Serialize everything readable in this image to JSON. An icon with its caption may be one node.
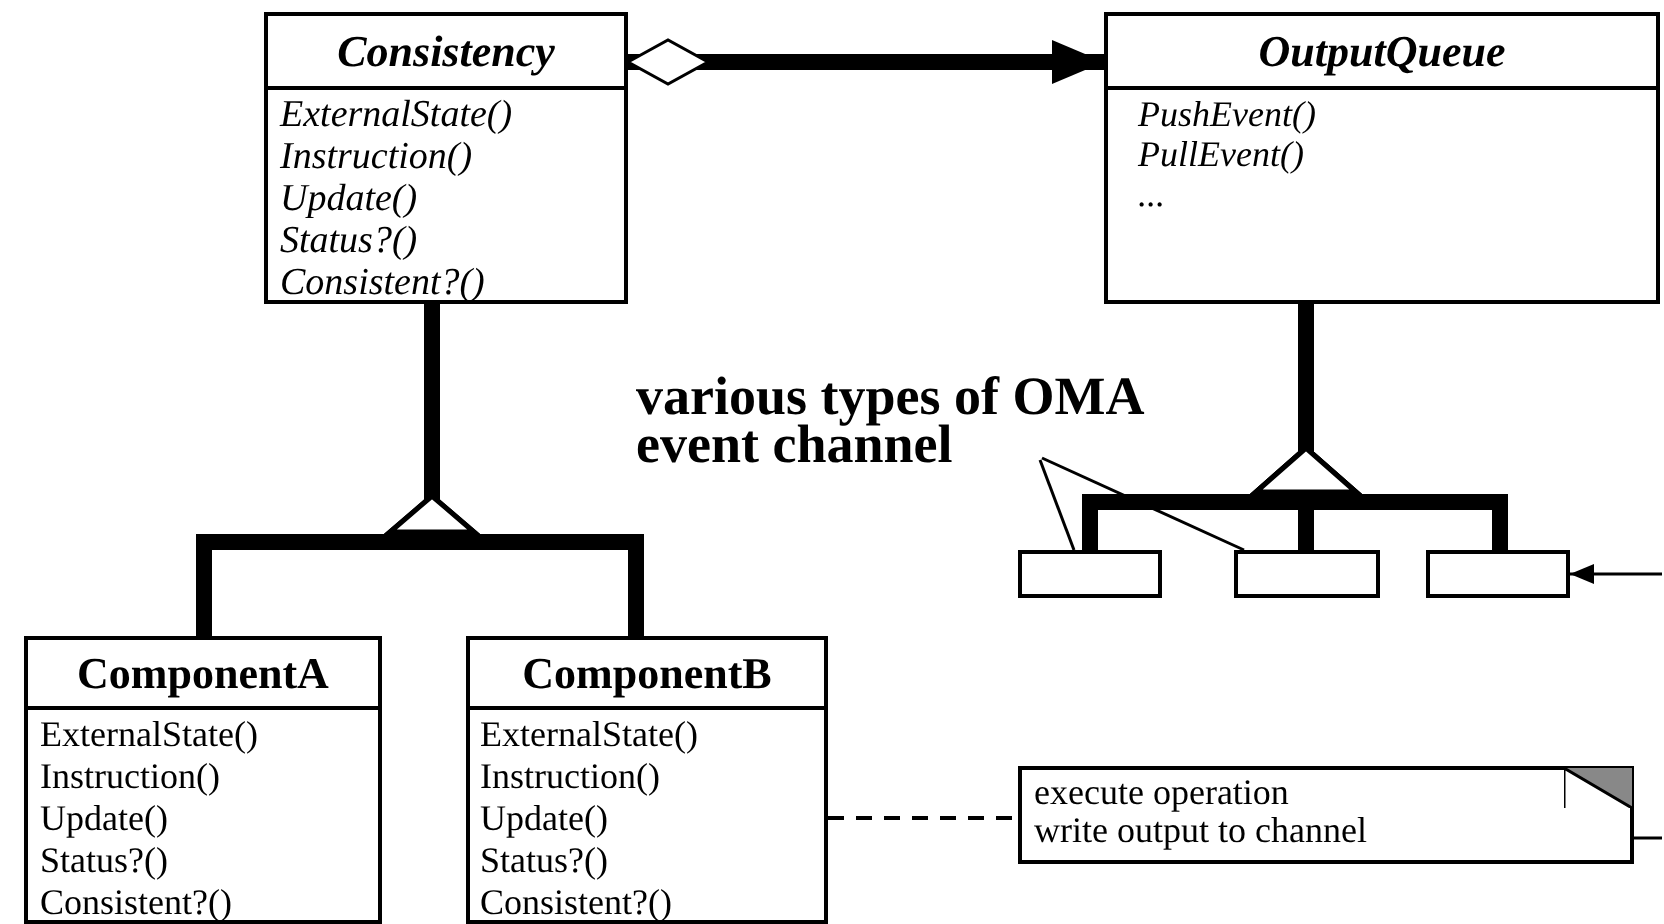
{
  "diagram": {
    "nodes": [
      {
        "text": [
          "Consistency",
          "ExternalState()",
          "Instruction()",
          "Update()",
          "Status?()",
          "Consistent?()"
        ]
      },
      {
        "text": [
          "OutputQueue",
          "PushEvent()",
          "PullEvent()",
          "..."
        ]
      },
      {
        "text": [
          "various types of OMA event channel"
        ]
      },
      {
        "text": [],
        "shape": "box"
      },
      {
        "text": [],
        "shape": "box"
      },
      {
        "text": [],
        "shape": "box"
      },
      {
        "text": [
          "ComponentA",
          "ExternalState()",
          "Instruction()",
          "Update()",
          "Status?()",
          "Consistent?()"
        ]
      },
      {
        "text": [
          "ComponentB",
          "ExternalState()",
          "Instruction()",
          "Update()",
          "Status?()",
          "Consistent?()"
        ]
      },
      {
        "text": [
          "execute operation",
          "write output to channel"
        ]
      }
    ],
    "edges": [
      {
        "from": 0,
        "to": 1,
        "arrow": "to"
      },
      {
        "from": 6,
        "to": 0,
        "arrow": "to"
      },
      {
        "from": 7,
        "to": 0,
        "arrow": "to"
      },
      {
        "from": 3,
        "to": 1,
        "arrow": "to"
      },
      {
        "from": 4,
        "to": 1,
        "arrow": "to"
      },
      {
        "from": 5,
        "to": 1,
        "arrow": "to"
      },
      {
        "from": 2,
        "to": 3,
        "arrow": "none"
      },
      {
        "from": 2,
        "to": 4,
        "arrow": "none"
      },
      {
        "from": null,
        "to": 5,
        "arrow": "to"
      },
      {
        "from": 7,
        "to": 8,
        "arrow": "none",
        "style": "dashed"
      },
      {
        "from": 8,
        "to": null,
        "arrow": "other"
      }
    ]
  }
}
